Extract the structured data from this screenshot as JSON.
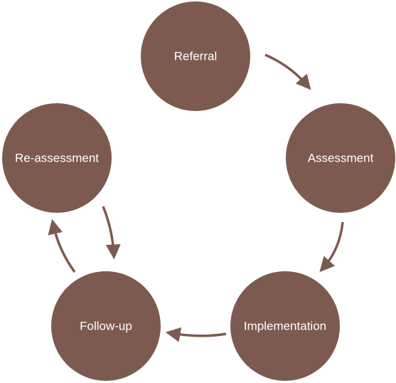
{
  "diagram": {
    "type": "cycle",
    "colors": {
      "node_fill": "#7d5a50",
      "arrow": "#7d5a50",
      "label": "#ffffff",
      "background": "#ffffff"
    },
    "nodes": [
      {
        "id": "referral",
        "label": "Referral"
      },
      {
        "id": "assessment",
        "label": "Assessment"
      },
      {
        "id": "implementation",
        "label": "Implementation"
      },
      {
        "id": "follow-up",
        "label": "Follow-up"
      },
      {
        "id": "re-assessment",
        "label": "Re-assessment"
      }
    ],
    "edges": [
      {
        "from": "referral",
        "to": "assessment"
      },
      {
        "from": "assessment",
        "to": "implementation"
      },
      {
        "from": "implementation",
        "to": "follow-up"
      },
      {
        "from": "re-assessment",
        "to": "follow-up"
      },
      {
        "from": "follow-up",
        "to": "re-assessment"
      }
    ]
  }
}
